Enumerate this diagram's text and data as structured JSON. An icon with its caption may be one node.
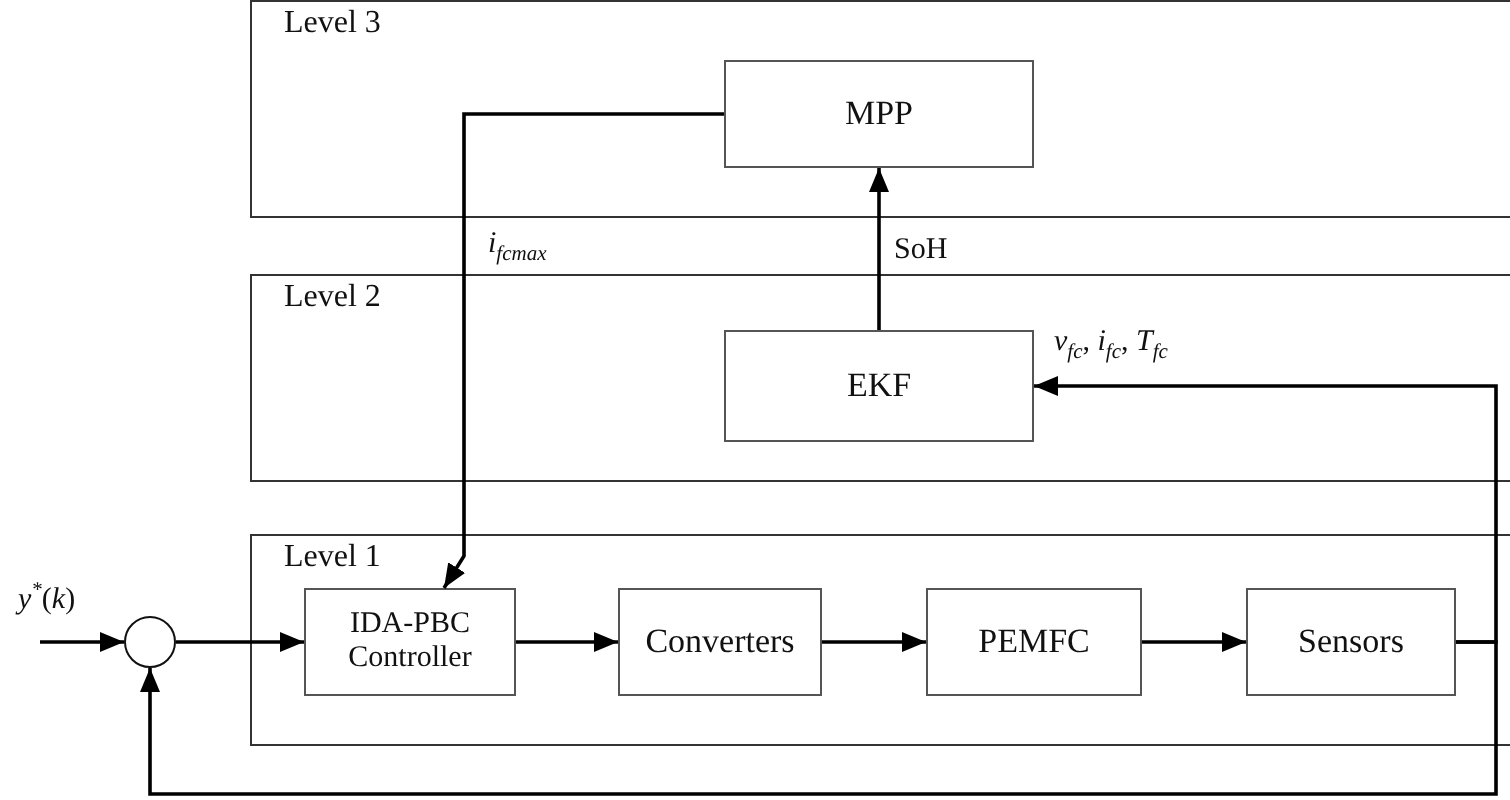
{
  "diagram": {
    "nodes": [
      {
        "text": [
          "Level 3"
        ]
      },
      {
        "text": [
          "MPP"
        ],
        "in": 0
      },
      {
        "text": [
          "Level 2"
        ]
      },
      {
        "text": [
          "EKF"
        ],
        "in": 2
      },
      {
        "text": [
          "Level 1"
        ]
      },
      {
        "text": [
          "IDA-PBC Controller"
        ],
        "in": 4
      },
      {
        "text": [
          "Converters"
        ],
        "in": 4
      },
      {
        "text": [
          "PEMFC"
        ],
        "in": 4
      },
      {
        "text": [
          "Sensors"
        ],
        "in": 4
      },
      {
        "text": [],
        "shape": "circle"
      }
    ],
    "edges": [
      {
        "from": null,
        "to": 9,
        "arrow": "to",
        "label": "*y*$^{*}$(*k*)"
      },
      {
        "from": 9,
        "to": 5,
        "arrow": "to"
      },
      {
        "from": 5,
        "to": 6,
        "arrow": "to"
      },
      {
        "from": 6,
        "to": 7,
        "arrow": "to"
      },
      {
        "from": 7,
        "to": 8,
        "arrow": "to"
      },
      {
        "from": 3,
        "to": 1,
        "arrow": "to",
        "label": "SoH"
      },
      {
        "from": 8,
        "to": 3,
        "arrow": "to",
        "label": "*v*$_{fc}$, *i*$_{fc}$, *T*$_{fc}$"
      },
      {
        "from": 8,
        "to": 9,
        "arrow": "to"
      },
      {
        "from": 1,
        "to": 5,
        "arrow": "to",
        "label": "*i*$_{fcmax}$"
      }
    ]
  }
}
